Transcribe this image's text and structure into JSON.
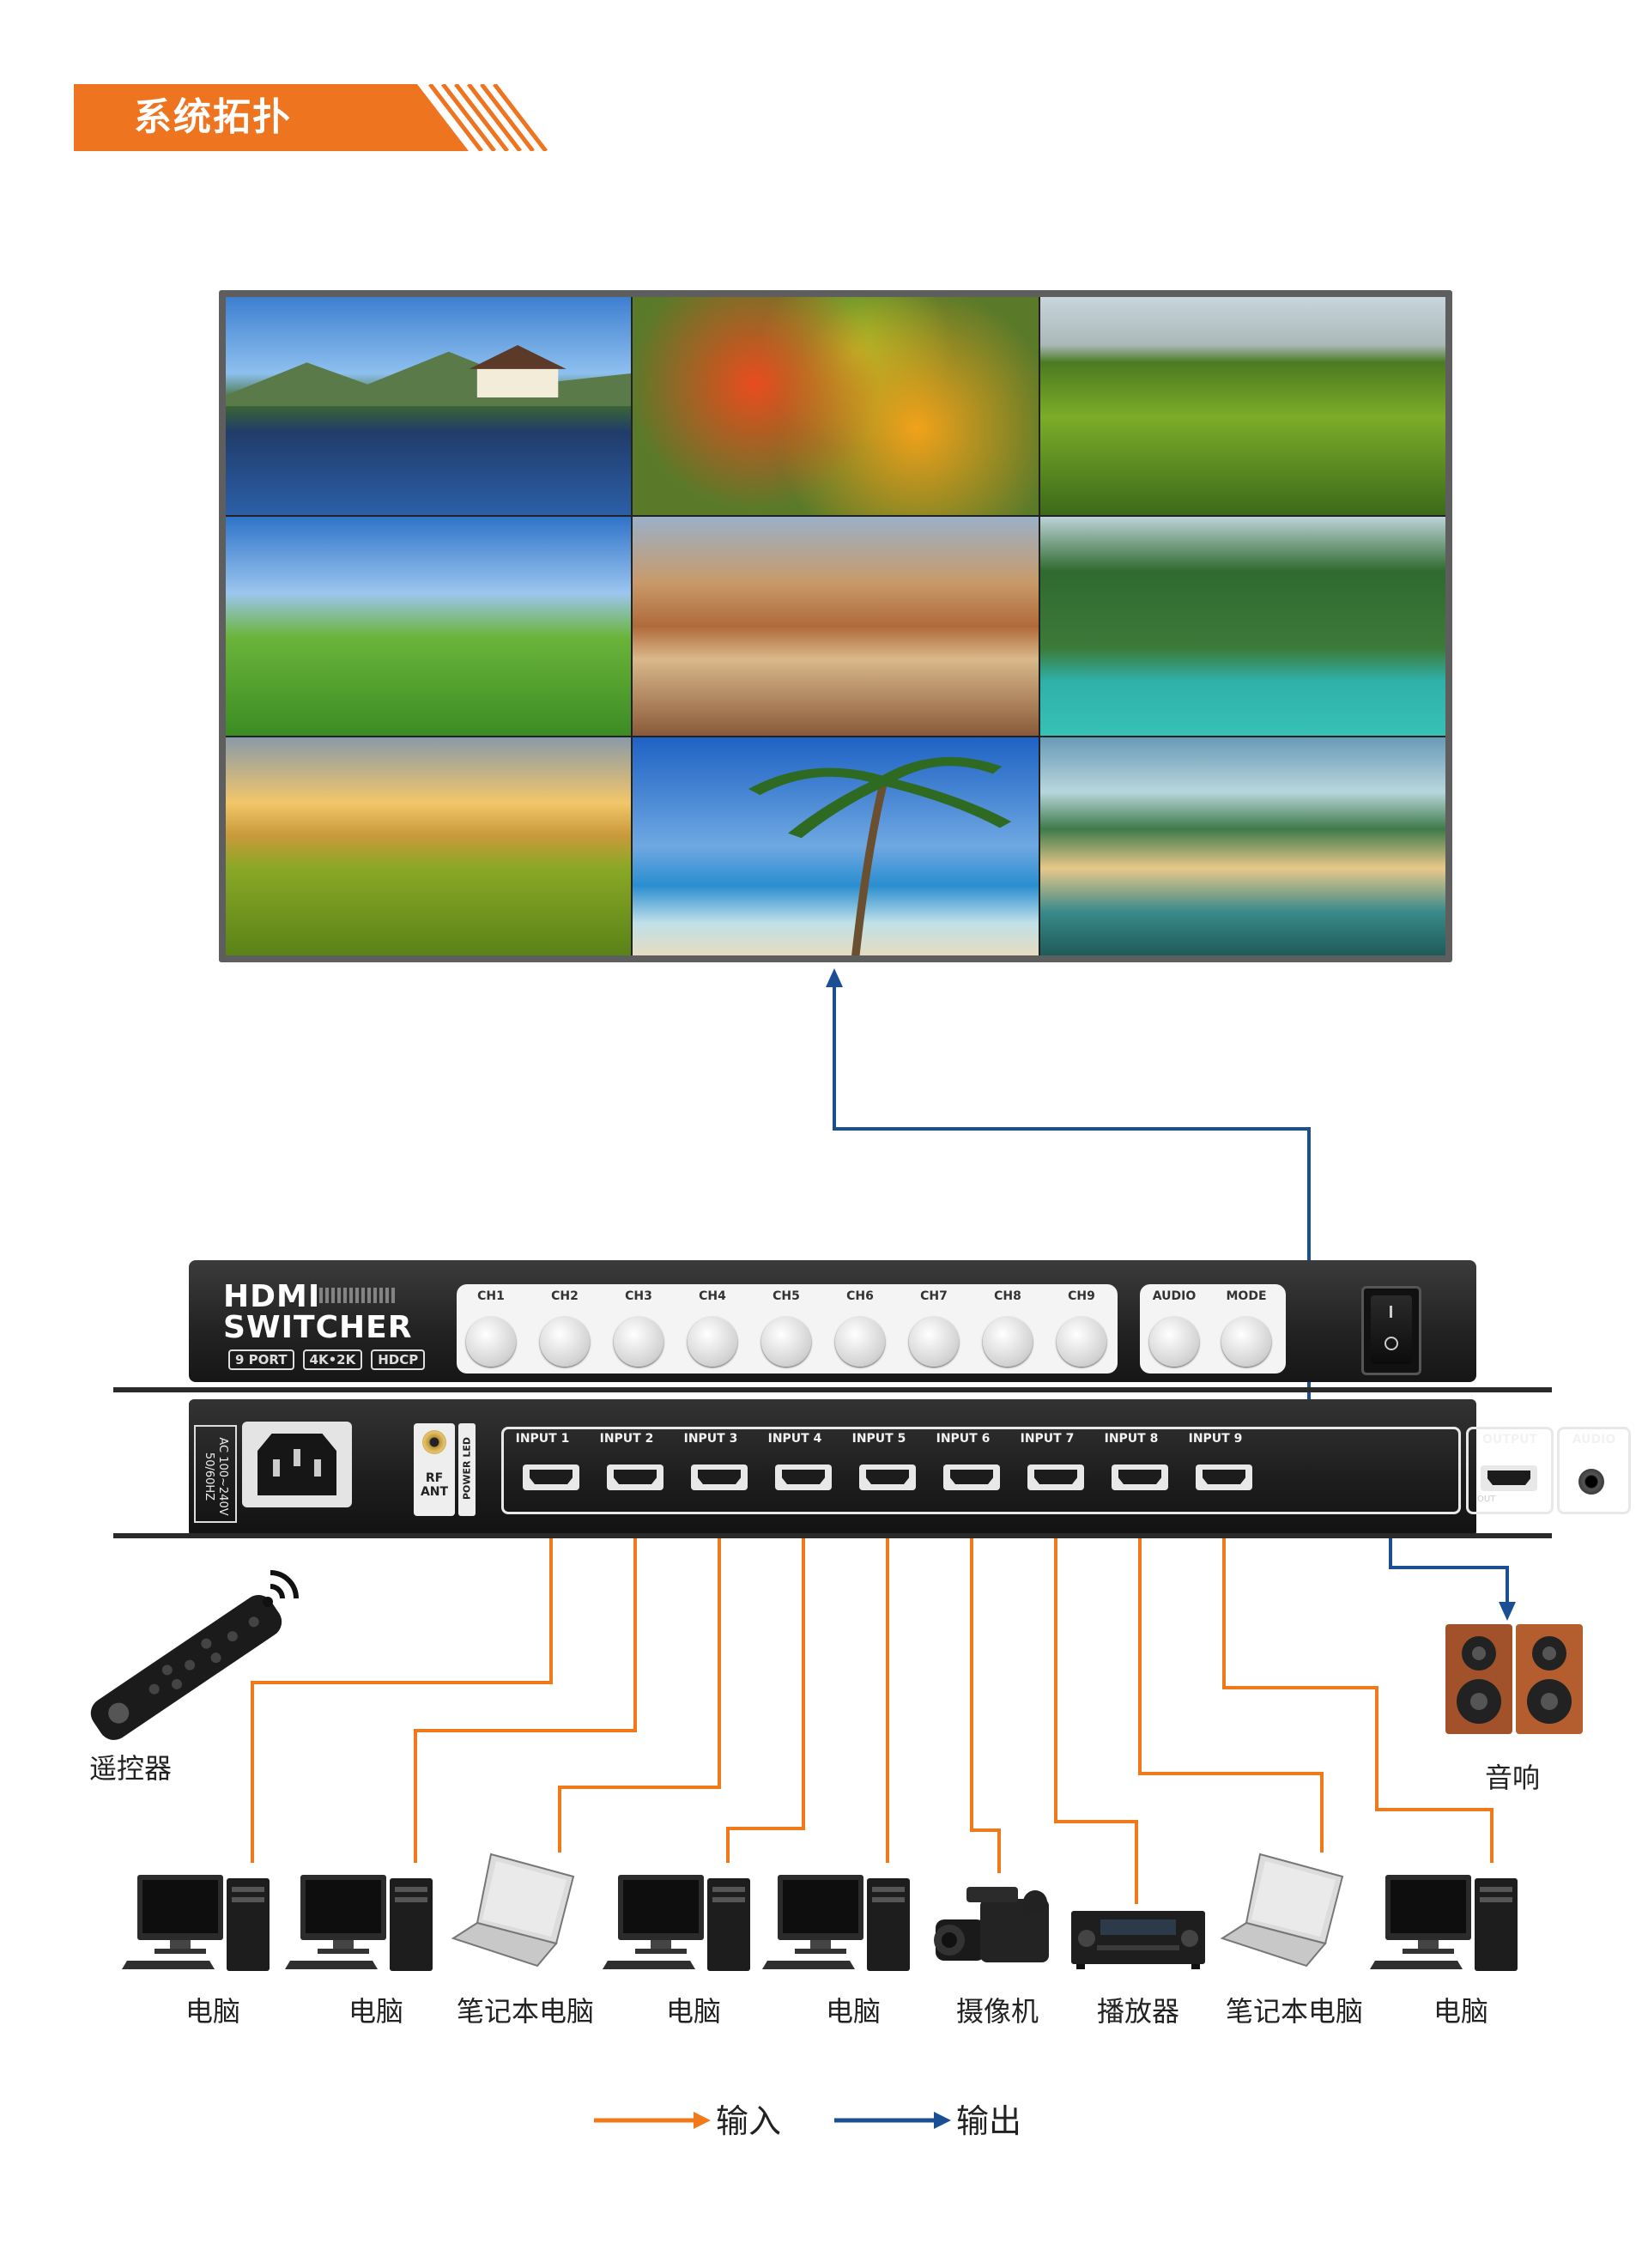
{
  "header": {
    "title": "系统拓扑"
  },
  "device": {
    "brand_line1": "HDMI",
    "brand_line2": "SWITCHER",
    "badges": [
      "9 PORT",
      "4K•2K",
      "HDCP"
    ],
    "front_buttons": [
      "CH1",
      "CH2",
      "CH3",
      "CH4",
      "CH5",
      "CH6",
      "CH7",
      "CH8",
      "CH9"
    ],
    "aux_buttons": [
      "AUDIO",
      "MODE"
    ],
    "power_spec": "AC 100~240V 50/60HZ",
    "rf_label": "RF ANT",
    "power_led_label": "POWER LED",
    "inputs": [
      "INPUT 1",
      "INPUT 2",
      "INPUT 3",
      "INPUT 4",
      "INPUT 5",
      "INPUT 6",
      "INPUT 7",
      "INPUT 8",
      "INPUT 9"
    ],
    "output_label": "OUTPUT",
    "out_small": "OUT",
    "audio_label": "AUDIO"
  },
  "peripherals": {
    "remote": "遥控器",
    "speaker": "音响",
    "sources": [
      "电脑",
      "电脑",
      "笔记本电脑",
      "电脑",
      "电脑",
      "摄像机",
      "播放器",
      "笔记本电脑",
      "电脑"
    ]
  },
  "legend": {
    "input": {
      "label": "输入",
      "color": "#f07a1a"
    },
    "output": {
      "label": "输出",
      "color": "#1a4f94"
    }
  }
}
